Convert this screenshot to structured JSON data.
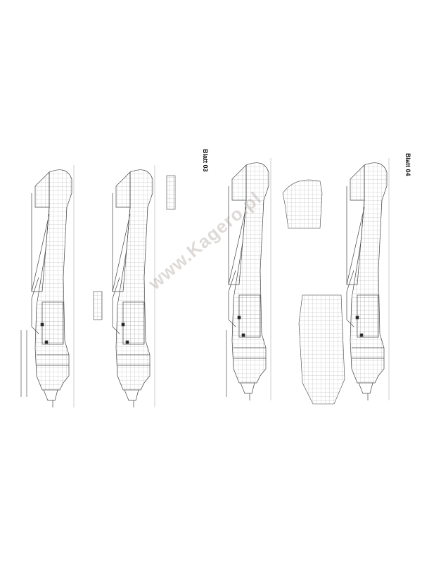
{
  "left_sheet": {
    "title": "Blatt 03"
  },
  "right_sheet": {
    "title": "Blatt 04"
  },
  "watermark": "www.Kagero.pl"
}
